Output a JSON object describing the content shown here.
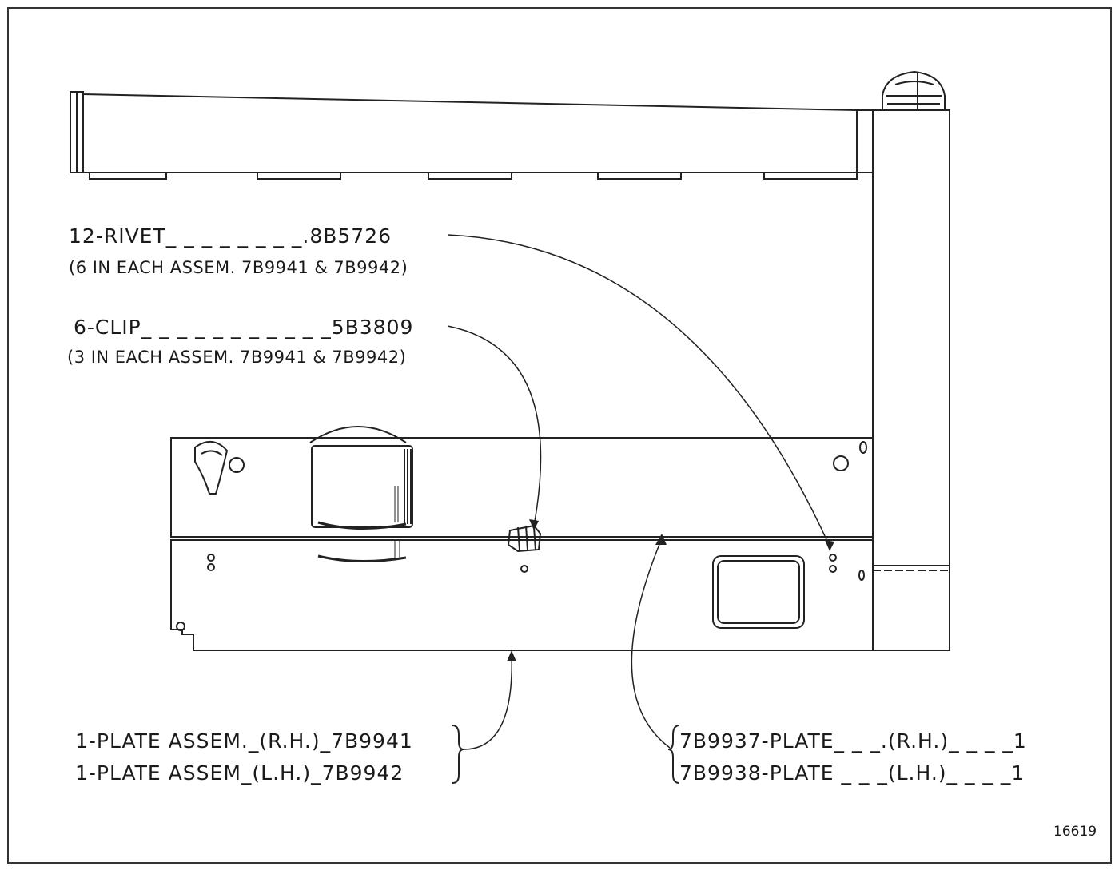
{
  "callouts": {
    "rivet": {
      "line1": "12-RIVET_ _ _ _ _ _ _ _.8B5726",
      "line2": "(6 IN EACH  ASSEM. 7B9941 & 7B9942)"
    },
    "clip": {
      "line1": "6-CLIP_ _ _ _ _ _ _ _ _ _ _5B3809",
      "line2": "(3 IN EACH  ASSEM. 7B9941 & 7B9942)"
    },
    "plate_assem": {
      "line1": "1-PLATE  ASSEM._(R.H.)_7B9941",
      "line2": "1-PLATE ASSEM_(L.H.)_7B9942"
    },
    "plate": {
      "line1": "7B9937-PLATE_ _ _.(R.H.)_ _ _ _1",
      "line2": "7B9938-PLATE _ _ _(L.H.)_ _ _ _1"
    }
  },
  "figure_number": "16619"
}
